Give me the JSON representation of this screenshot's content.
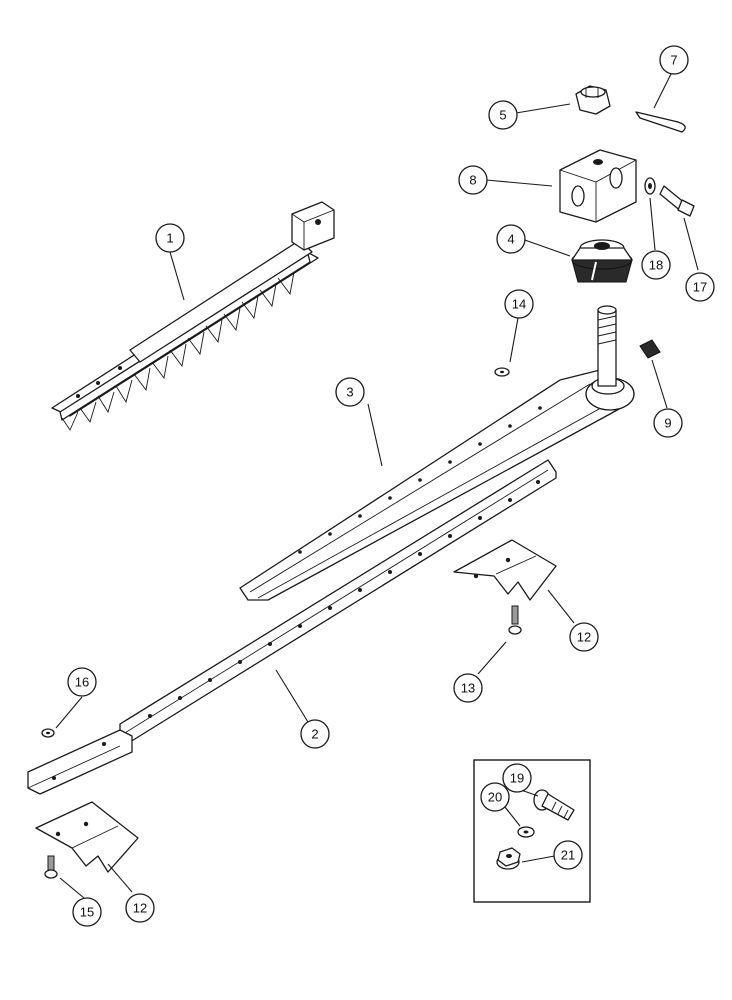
{
  "diagram": {
    "callouts": [
      "1",
      "2",
      "3",
      "4",
      "5",
      "7",
      "8",
      "9",
      "12",
      "12",
      "13",
      "14",
      "15",
      "16",
      "17",
      "18",
      "19",
      "20",
      "21"
    ],
    "parts": [
      {
        "id": "1",
        "icon": "sickle-assembly-icon"
      },
      {
        "id": "2",
        "icon": "sickle-bar-icon"
      },
      {
        "id": "3",
        "icon": "sickle-head-arm-icon"
      },
      {
        "id": "4",
        "icon": "bushing-cone-icon"
      },
      {
        "id": "5",
        "icon": "castle-nut-icon"
      },
      {
        "id": "7",
        "icon": "cotter-pin-icon"
      },
      {
        "id": "8",
        "icon": "knife-head-block-icon"
      },
      {
        "id": "9",
        "icon": "grease-fitting-icon"
      },
      {
        "id": "12",
        "icon": "sickle-section-icon"
      },
      {
        "id": "13",
        "icon": "bolt-icon"
      },
      {
        "id": "14",
        "icon": "nut-icon"
      },
      {
        "id": "15",
        "icon": "bolt-icon"
      },
      {
        "id": "16",
        "icon": "nut-icon"
      },
      {
        "id": "17",
        "icon": "bolt-icon"
      },
      {
        "id": "18",
        "icon": "washer-icon"
      },
      {
        "id": "19",
        "icon": "carriage-bolt-icon"
      },
      {
        "id": "20",
        "icon": "washer-icon"
      },
      {
        "id": "21",
        "icon": "flange-nut-icon"
      }
    ]
  }
}
